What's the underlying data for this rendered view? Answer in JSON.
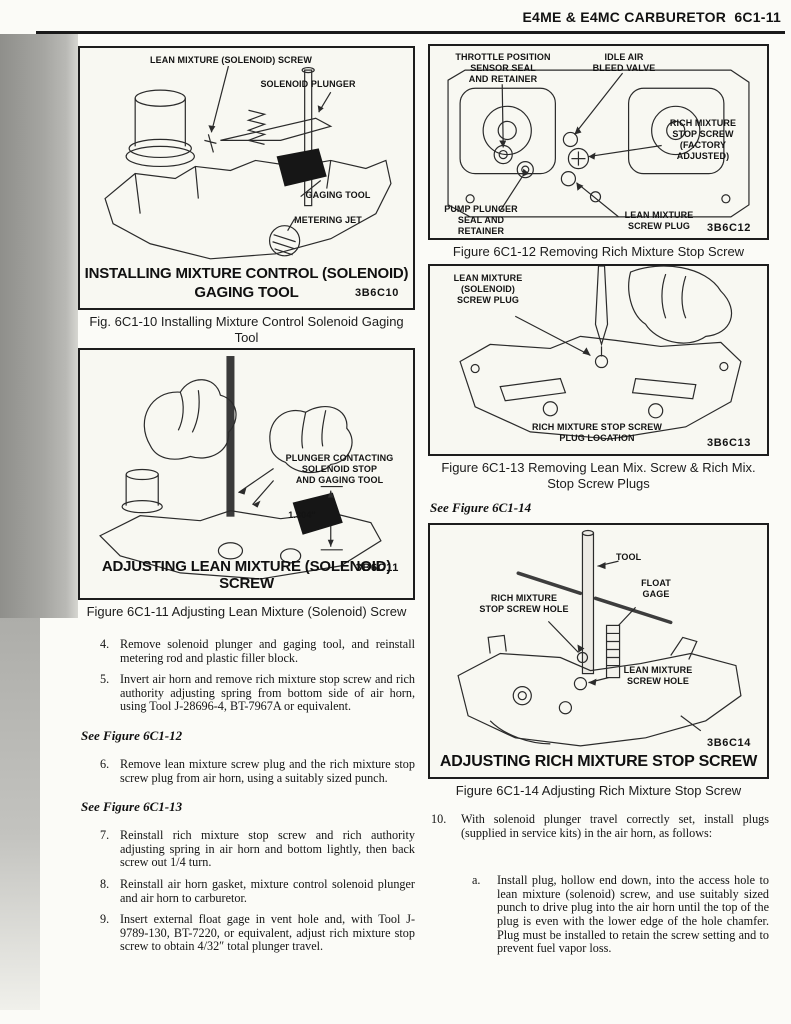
{
  "header": {
    "title": "E4ME & E4MC CARBURETOR  6C1-11"
  },
  "colors": {
    "ink": "#1a1a1a",
    "paper": "#fbfbf7"
  },
  "fig10": {
    "labels": {
      "lean_screw": "LEAN MIXTURE (SOLENOID) SCREW",
      "solenoid_plunger": "SOLENOID PLUNGER",
      "gaging_tool": "GAGING TOOL",
      "metering_jet": "METERING JET"
    },
    "title1": "INSTALLING MIXTURE CONTROL (SOLENOID)",
    "title2": "GAGING TOOL",
    "code": "3B6C10",
    "caption": "Fig. 6C1-10 Installing Mixture Control Solenoid Gaging\nTool"
  },
  "fig11": {
    "labels": {
      "plunger_contact": "PLUNGER CONTACTING\nSOLENOID STOP\nAND GAGING TOOL",
      "dimension": "1.304″"
    },
    "title": "ADJUSTING LEAN MIXTURE (SOLENOID) SCREW",
    "code": "3B6C11",
    "caption": "Figure 6C1-11 Adjusting Lean Mixture (Solenoid) Screw"
  },
  "fig12": {
    "labels": {
      "tps": "THROTTLE POSITION\nSENSOR SEAL\nAND RETAINER",
      "idle_air": "IDLE AIR\nBLEED VALVE",
      "rich_screw": "RICH MIXTURE\nSTOP SCREW\n(FACTORY\nADJUSTED)",
      "pump_plunger": "PUMP PLUNGER\nSEAL AND\nRETAINER",
      "lean_plug": "LEAN MIXTURE\nSCREW PLUG"
    },
    "code": "3B6C12",
    "caption": "Figure 6C1-12 Removing Rich Mixture Stop Screw"
  },
  "fig13": {
    "labels": {
      "lean_plug": "LEAN MIXTURE\n(SOLENOID)\nSCREW PLUG",
      "rich_location": "RICH MIXTURE STOP SCREW\nPLUG LOCATION"
    },
    "code": "3B6C13",
    "caption": "Figure 6C1-13 Removing Lean Mix. Screw & Rich Mix.\nStop Screw Plugs"
  },
  "fig14": {
    "labels": {
      "tool": "TOOL",
      "float_gage": "FLOAT\nGAGE",
      "rich_hole": "RICH MIXTURE\nSTOP SCREW HOLE",
      "lean_hole": "LEAN MIXTURE\nSCREW HOLE"
    },
    "title": "ADJUSTING RICH MIXTURE STOP SCREW",
    "code": "3B6C14",
    "caption": "Figure 6C1-14 Adjusting Rich Mixture Stop Screw"
  },
  "refs": {
    "f12": "See Figure 6C1-12",
    "f13": "See Figure 6C1-13",
    "f14": "See Figure 6C1-14"
  },
  "steps": {
    "s4": {
      "num": "4.",
      "text": "Remove solenoid plunger and gaging tool, and reinstall metering rod and plastic filler block."
    },
    "s5": {
      "num": "5.",
      "text": "Invert air horn and remove rich mixture stop screw and rich authority adjusting spring from bottom side of air horn, using Tool J-28696-4, BT-7967A or equivalent."
    },
    "s6": {
      "num": "6.",
      "text": "Remove lean mixture screw plug and the rich mixture stop screw plug from air horn, using a suitably sized punch."
    },
    "s7": {
      "num": "7.",
      "text": "Reinstall rich mixture stop screw and rich authority adjusting spring in air horn and bottom lightly, then back screw out 1/4 turn."
    },
    "s8": {
      "num": "8.",
      "text": "Reinstall air horn gasket, mixture control solenoid plunger and air horn to carburetor."
    },
    "s9": {
      "num": "9.",
      "text": "Insert external float gage in vent hole and, with Tool J-9789-130, BT-7220, or equivalent, adjust rich mixture stop screw to obtain 4/32″ total plunger travel."
    },
    "s10": {
      "num": "10.",
      "text": "With solenoid plunger travel correctly set, install plugs (supplied in service kits) in the air horn, as follows:"
    },
    "sa": {
      "num": "a.",
      "text": "Install plug, hollow end down, into the access hole to lean mixture (solenoid) screw, and use suitably sized punch to drive plug into the air horn until the top of the plug is even with the lower edge of the hole chamfer. Plug must be installed to retain the screw setting and to prevent fuel vapor loss."
    }
  }
}
